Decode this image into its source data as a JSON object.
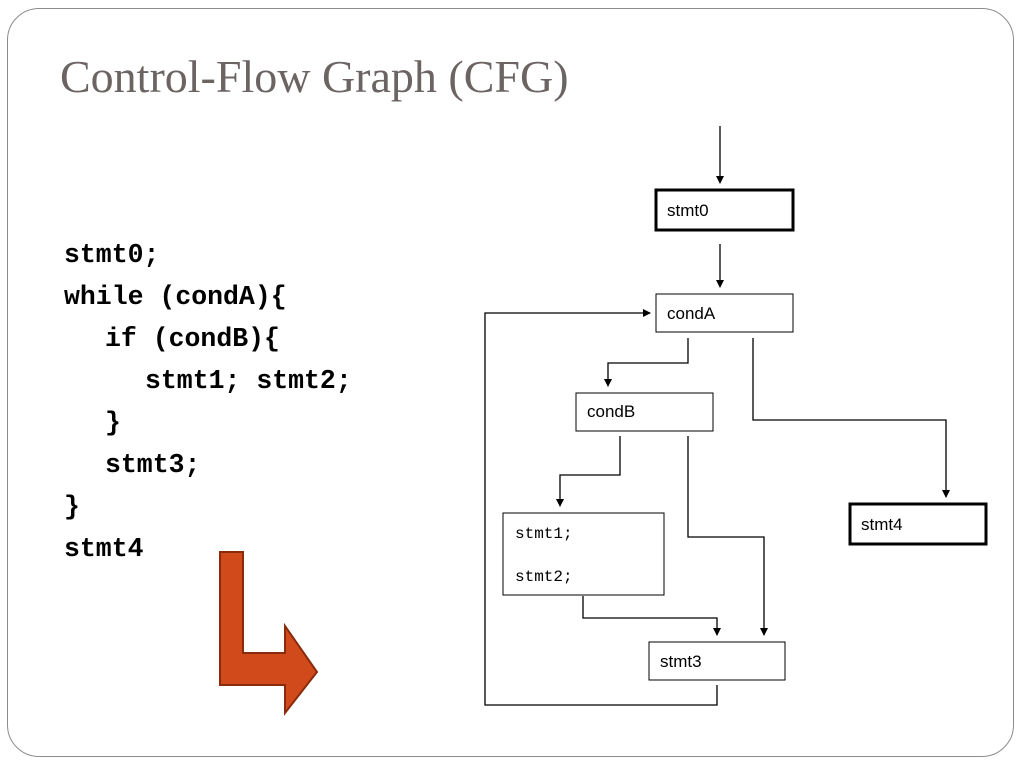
{
  "slide": {
    "title": "Control-Flow Graph (CFG)"
  },
  "code": {
    "lines": [
      "stmt0;",
      "while (condA){",
      "if (condB){",
      "stmt1; stmt2;",
      "}",
      "stmt3;",
      "}",
      "stmt4"
    ]
  },
  "colors": {
    "title": "#6b6463",
    "arrow_fill": "#d14a1c",
    "arrow_stroke": "#8a2b0c"
  },
  "cfg": {
    "nodes": {
      "stmt0": "stmt0",
      "condA": "condA",
      "condB": "condB",
      "stmt1": "stmt1;",
      "stmt2": "stmt2;",
      "stmt3": "stmt3",
      "stmt4": "stmt4"
    }
  }
}
